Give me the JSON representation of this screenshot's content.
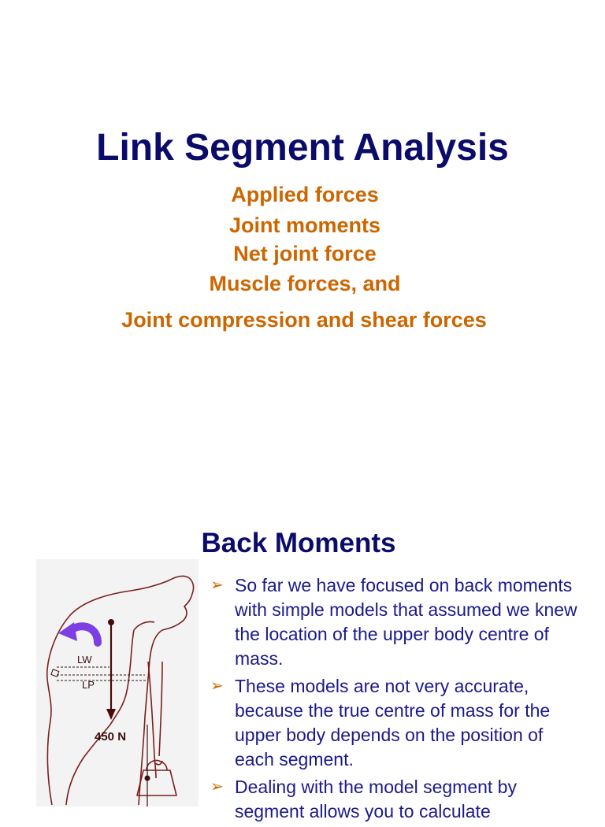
{
  "slide1": {
    "title": "Link Segment Analysis",
    "topics": [
      "Applied forces",
      "Joint moments",
      "Net joint force",
      "Muscle forces, and",
      "Joint compression and shear forces"
    ]
  },
  "slide2": {
    "title": "Back Moments",
    "figure": {
      "label_lw": "LW",
      "label_lp": "LP",
      "label_force": "450 N"
    },
    "bullet_icon": "arrow-bullet-icon",
    "bullets": [
      "So far we have focused on back moments with simple models that assumed we knew the location of the upper body centre of mass.",
      "These models are not very accurate, because the true centre of mass for the upper body depends on the position of each segment.",
      "Dealing with the model segment by segment allows you to calculate"
    ]
  },
  "colors": {
    "title": "#0b0b6b",
    "subtitle": "#cc6600",
    "body_text": "#1a1a8c",
    "figure_line": "#7a1f1f",
    "moment_arrow": "#7b3fe4"
  }
}
